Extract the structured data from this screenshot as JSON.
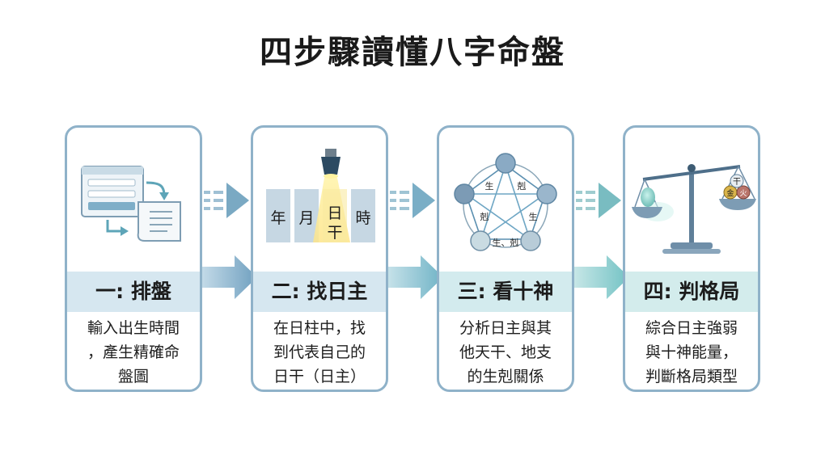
{
  "title": "四步驟讀懂八字命盤",
  "steps": [
    {
      "heading": "一: 排盤",
      "desc": [
        "輸入出生時間",
        "，產生精確命",
        "盤圖"
      ]
    },
    {
      "heading": "二: 找日主",
      "desc": [
        "在日柱中，找",
        "到代表自己的",
        "日干（日主）"
      ],
      "pillars": [
        "年",
        "月",
        "日",
        "時"
      ],
      "day_stem": "干"
    },
    {
      "heading": "三: 看十神",
      "desc": [
        "分析日主與其",
        "他天干、地支",
        "的生剋關係"
      ],
      "cycle_labels": [
        "生",
        "剋",
        "生",
        "剋",
        "生、剋"
      ]
    },
    {
      "heading": "四: 判格局",
      "desc": [
        "綜合日主強弱",
        "與十神能量，",
        "判斷格局類型"
      ],
      "scale_labels": [
        "干",
        "金",
        "火"
      ]
    }
  ],
  "colors": {
    "border": "#8fb2c9",
    "band": "#d6e7f0",
    "arrow": "#7aa9c3",
    "accent_teal": "#6fc0c4"
  }
}
